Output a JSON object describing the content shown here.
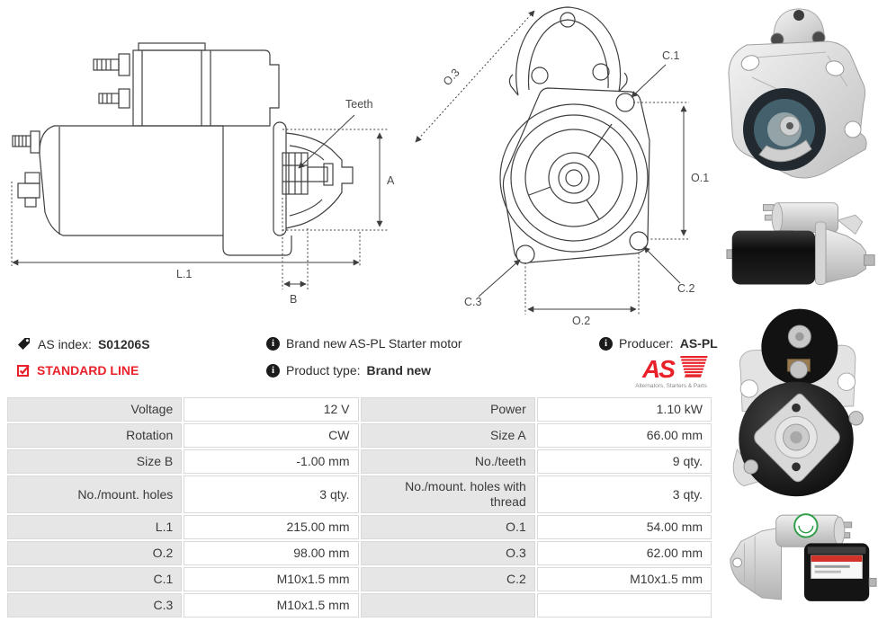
{
  "colors": {
    "accent_red": "#e8212a",
    "table_label_bg": "#e6e6e6",
    "table_border": "#d9d9d9",
    "drawing_line": "#3f3f3f",
    "text": "#3a3a3a"
  },
  "icons": {
    "tag": "tag-icon",
    "checkbox": "checked-checkbox-icon",
    "info_glyph": "i"
  },
  "header": {
    "as_index_label": "AS index:",
    "as_index_value": "S01206S",
    "standard_line": "STANDARD LINE",
    "brand_new_text": "Brand new AS-PL Starter motor",
    "product_type_label": "Product type:",
    "product_type_value": "Brand new",
    "producer_label": "Producer:",
    "producer_value": "AS-PL",
    "logo": {
      "text": "AS",
      "tagline": "Alternators, Starters & Parts"
    }
  },
  "drawings": {
    "side_view": {
      "teeth": "Teeth",
      "dim_a": "A",
      "dim_b": "B",
      "dim_l1": "L.1"
    },
    "front_view": {
      "dim_o1": "O.1",
      "dim_o2": "O.2",
      "dim_o3": "O.3",
      "dim_c1": "C.1",
      "dim_c2": "C.2",
      "dim_c3": "C.3"
    }
  },
  "spec_table": {
    "rows": [
      [
        "Voltage",
        "12 V",
        "Power",
        "1.10 kW"
      ],
      [
        "Rotation",
        "CW",
        "Size A",
        "66.00 mm"
      ],
      [
        "Size B",
        "-1.00 mm",
        "No./teeth",
        "9 qty."
      ],
      [
        "No./mount. holes",
        "3 qty.",
        "No./mount. holes with thread",
        "3 qty."
      ],
      [
        "L.1",
        "215.00 mm",
        "O.1",
        "54.00 mm"
      ],
      [
        "O.2",
        "98.00 mm",
        "O.3",
        "62.00 mm"
      ],
      [
        "C.1",
        "M10x1.5 mm",
        "C.2",
        "M10x1.5 mm"
      ],
      [
        "C.3",
        "M10x1.5 mm",
        "",
        ""
      ]
    ]
  }
}
